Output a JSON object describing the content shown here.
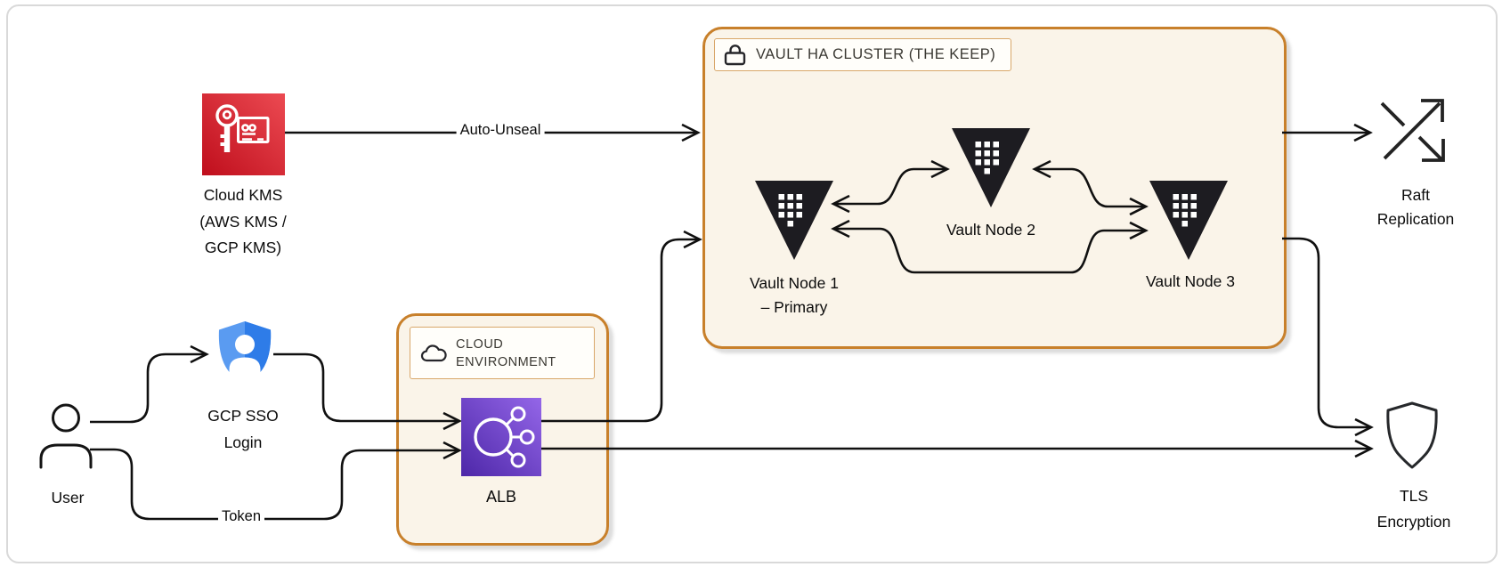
{
  "colors": {
    "edge": "#101010",
    "canvas-border": "#d9d9d9",
    "container-border": "#c8802b",
    "container-fill": "#faf4e9",
    "label-box-border": "#d9a76a",
    "label-box-fill": "#fffefa",
    "title-text": "#3a3832",
    "kms-dark": "#bf0e1c",
    "kms-light": "#ec4a52",
    "alb-dark": "#4d27a8",
    "alb-light": "#9466e8",
    "sso-light": "#5a9bf1",
    "sso-dark": "#2e7ce8",
    "vault-black": "#1d1c21",
    "icon-stroke": "#222428"
  },
  "containers": {
    "vault_cluster": {
      "title": "VAULT HA CLUSTER (THE KEEP)",
      "badge_icon": "lock-icon"
    },
    "cloud_env": {
      "line1": "CLOUD",
      "line2": "ENVIRONMENT",
      "badge_icon": "cloud-icon"
    }
  },
  "nodes": {
    "user": {
      "label": "User",
      "icon": "user-icon"
    },
    "gcp_sso": {
      "line1": "GCP SSO",
      "line2": "Login",
      "icon": "sso-shield-icon"
    },
    "cloud_kms": {
      "line1": "Cloud KMS",
      "line2": "(AWS KMS /",
      "line3": "GCP KMS)",
      "icon": "kms-key-icon"
    },
    "alb": {
      "label": "ALB",
      "icon": "load-balancer-icon"
    },
    "vault_node_1": {
      "line1": "Vault Node 1",
      "line2": "– Primary",
      "icon": "vault-triangle-icon"
    },
    "vault_node_2": {
      "label": "Vault Node 2",
      "icon": "vault-triangle-icon"
    },
    "vault_node_3": {
      "label": "Vault Node 3",
      "icon": "vault-triangle-icon"
    },
    "raft": {
      "line1": "Raft",
      "line2": "Replication",
      "icon": "crossing-arrows-icon"
    },
    "tls": {
      "line1": "TLS",
      "line2": "Encryption",
      "icon": "shield-outline-icon"
    }
  },
  "edges": {
    "auto_unseal": "Auto-Unseal",
    "token": "Token"
  }
}
